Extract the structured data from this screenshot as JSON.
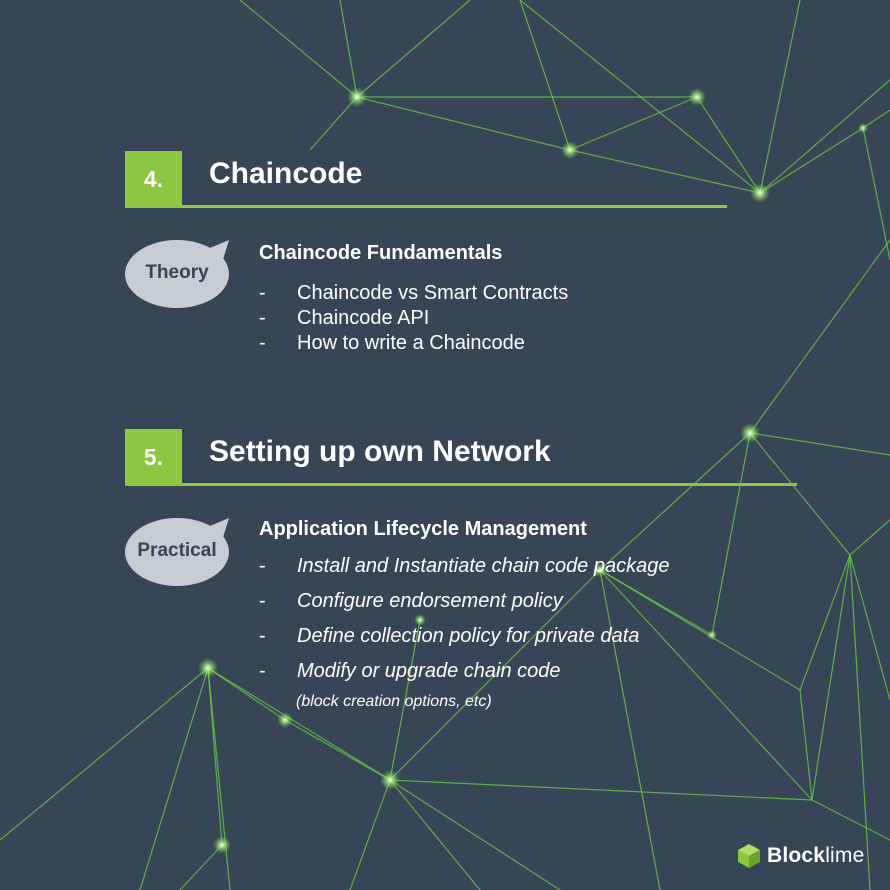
{
  "sections": [
    {
      "number": "4.",
      "title": "Chaincode",
      "badge": "Theory",
      "heading": "Chaincode Fundamentals",
      "items": [
        "Chaincode vs Smart Contracts",
        "Chaincode API",
        "How to write a Chaincode"
      ]
    },
    {
      "number": "5.",
      "title": "Setting up own Network",
      "badge": "Practical",
      "heading": "Application Lifecycle Management",
      "items": [
        "Install and Instantiate chain code package",
        "Configure endorsement policy",
        "Define collection policy for private data",
        "Modify or upgrade chain code"
      ],
      "note": "(block creation options, etc)"
    }
  ],
  "bullet": "-",
  "brand": {
    "name_bold": "Block",
    "name_light": "lime",
    "icon": "cube-logo-icon"
  },
  "colors": {
    "background": "#364656",
    "accent": "#8dc63f",
    "badge": "#c5ccd4",
    "line": "#6fcf45"
  }
}
